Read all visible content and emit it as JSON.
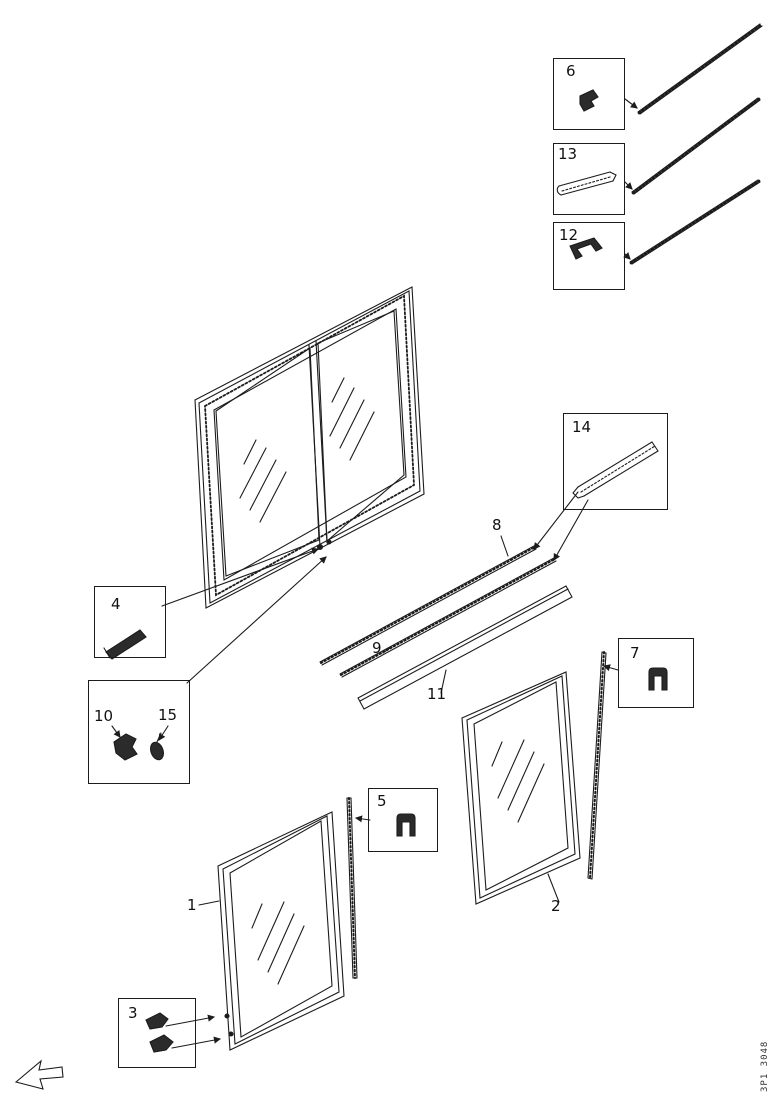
{
  "figure": {
    "doc_code": "3P1 3048"
  },
  "colors": {
    "ink": "#1c1c1c",
    "paper": "#ffffff"
  },
  "callouts": {
    "n1": "1",
    "n2": "2",
    "n3": "3",
    "n4": "4",
    "n5": "5",
    "n6": "6",
    "n7": "7",
    "n8": "8",
    "n9": "9",
    "n10": "10",
    "n11": "11",
    "n12": "12",
    "n13": "13",
    "n14": "14",
    "n15": "15"
  }
}
